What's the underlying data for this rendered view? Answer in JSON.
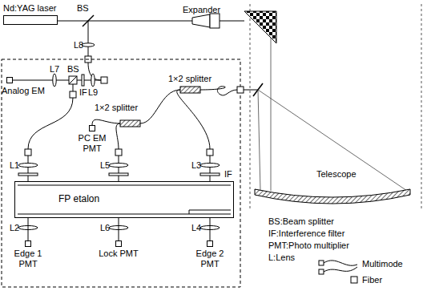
{
  "diagram": {
    "nodes": [
      {
        "text": [
          "Nd:YAG laser"
        ]
      },
      {
        "text": [
          "FP etalon"
        ]
      },
      {
        "text": [
          "Edge 1 PMT"
        ]
      },
      {
        "text": [
          "Lock PMT"
        ]
      },
      {
        "text": [
          "Edge 2 PMT"
        ]
      },
      {
        "text": [
          "PC EM PMT"
        ]
      },
      {
        "text": [
          "Analog EM"
        ]
      }
    ],
    "edges": [
      {
        "from": 1,
        "to": 2,
        "arrow": "none"
      },
      {
        "from": 1,
        "to": 3,
        "arrow": "none"
      },
      {
        "from": 1,
        "to": 4,
        "arrow": "none"
      }
    ],
    "labels": [
      "BS",
      "Expander",
      "L8",
      "L7",
      "BS",
      "L9",
      "IF",
      "1×2 splitter",
      "1×2 splitter",
      "L1",
      "L5",
      "L3",
      "IF",
      "L2",
      "L6",
      "L4",
      "Telescope",
      "BS:Beam splitter",
      "IF:Interference filter",
      "PMT:Photo multiplier",
      "L:Lens"
    ],
    "legend": [
      {
        "text": "Multimode"
      },
      {
        "text": "Fiber"
      }
    ]
  }
}
